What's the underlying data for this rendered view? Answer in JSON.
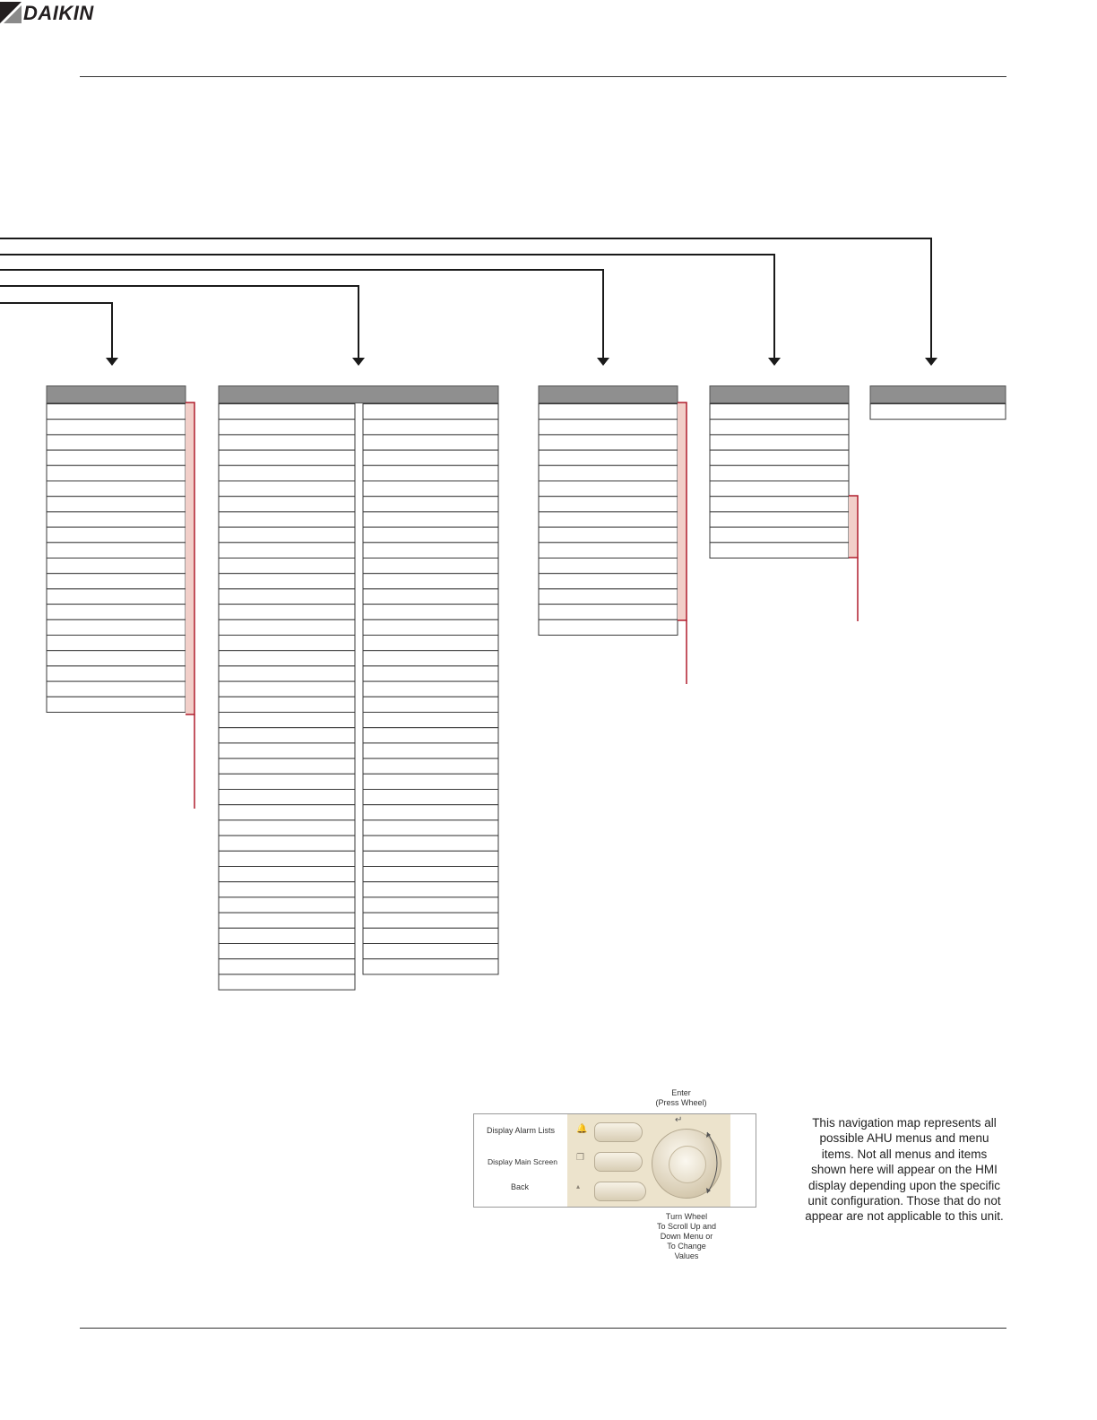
{
  "header": {
    "brand": "DAIKIN"
  },
  "diagram": {
    "menus": [
      {
        "id": "menu-1",
        "items": 20
      },
      {
        "id": "menu-2-left",
        "items": 38
      },
      {
        "id": "menu-2-right",
        "items": 37
      },
      {
        "id": "menu-3",
        "items": 15
      },
      {
        "id": "menu-4",
        "items": 10
      },
      {
        "id": "menu-5",
        "items": 1
      }
    ],
    "colors": {
      "header_fill": "#8f8f8f",
      "bracket": "#b01e2d",
      "bracket_fill": "#f2cfc9",
      "line": "#1a1a1a"
    }
  },
  "hmi": {
    "alarm_label": "Display Alarm Lists",
    "main_label": "Display Main Screen",
    "back_label": "Back",
    "enter_line1": "Enter",
    "enter_line2": "(Press Wheel)",
    "turn_lines": [
      "Turn Wheel",
      "To Scroll Up and",
      "Down Menu or",
      "To Change",
      "Values"
    ],
    "icons": [
      "bell-icon",
      "screens-icon",
      "back-arrow-icon",
      "enter-arrow-icon",
      "rotate-arrow-icon"
    ]
  },
  "note": "This navigation map represents all possible AHU menus and menu items.  Not all menus and items shown here will appear on the HMI display depending upon the specific unit configuration.  Those that do not appear are not applicable to this unit."
}
